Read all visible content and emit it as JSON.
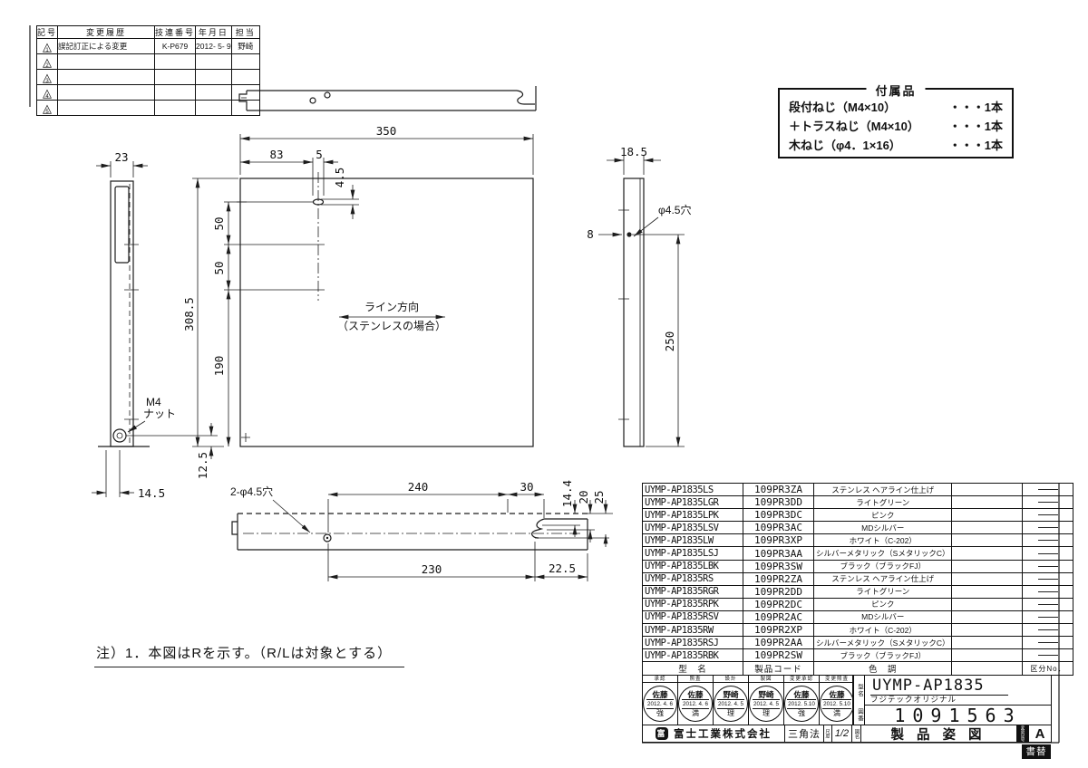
{
  "revision_table": {
    "headers": [
      "記号",
      "変更履歴",
      "技連番号",
      "年月日",
      "担当"
    ],
    "rows": [
      {
        "mark": "1",
        "desc": "誤記訂正による変更",
        "no": "K-P679",
        "date": "2012- 5- 9",
        "by": "野崎"
      },
      {
        "mark": "2",
        "desc": "",
        "no": "",
        "date": "",
        "by": ""
      },
      {
        "mark": "3",
        "desc": "",
        "no": "",
        "date": "",
        "by": ""
      },
      {
        "mark": "4",
        "desc": "",
        "no": "",
        "date": "",
        "by": ""
      },
      {
        "mark": "5",
        "desc": "",
        "no": "",
        "date": "",
        "by": ""
      }
    ]
  },
  "accessories": {
    "title": "付属品",
    "items": [
      {
        "name": "段付ねじ（M4×10）",
        "qty": "・・・1本"
      },
      {
        "name": "＋トラスねじ（M4×10）",
        "qty": "・・・1本"
      },
      {
        "name": "木ねじ（φ4．1×16）",
        "qty": "・・・1本"
      }
    ]
  },
  "drawing": {
    "dims": {
      "top_width": "350",
      "slot_offset": "83",
      "slot_width": "5",
      "slot_height": "4.5",
      "pitch1": "50",
      "pitch2": "50",
      "lower": "190",
      "height": "308.5",
      "left_view_width": "23",
      "nut_offset_v": "12.5",
      "nut_offset_h": "14.5",
      "right_view_width": "18.5",
      "hole_offset": "8",
      "hole_label": "φ4.5穴",
      "hole_height": "250",
      "bottom_240": "240",
      "bottom_30": "30",
      "bottom_144": "14.4",
      "bottom_20": "20",
      "bottom_25": "25",
      "bottom_230": "230",
      "bottom_225": "22.5",
      "bottom_holes": "2-φ4.5穴"
    },
    "labels": {
      "line_direction": "ライン方向",
      "line_direction_case": "（ステンレスの場合）",
      "nut_line1": "M4",
      "nut_line2": "ナット"
    }
  },
  "note": "注）1．本図はRを示す。（R/Lは対象とする）",
  "parts_table": {
    "rows": [
      {
        "model": "UYMP-AP1835LS",
        "code": "109PR3ZA",
        "color": "ステンレス ヘアライン仕上げ"
      },
      {
        "model": "UYMP-AP1835LGR",
        "code": "109PR3DD",
        "color": "ライトグリーン"
      },
      {
        "model": "UYMP-AP1835LPK",
        "code": "109PR3DC",
        "color": "ピンク"
      },
      {
        "model": "UYMP-AP1835LSV",
        "code": "109PR3AC",
        "color": "MDシルバー"
      },
      {
        "model": "UYMP-AP1835LW",
        "code": "109PR3XP",
        "color": "ホワイト（C-202）"
      },
      {
        "model": "UYMP-AP1835LSJ",
        "code": "109PR3AA",
        "color": "シルバーメタリック（SメタリックC）"
      },
      {
        "model": "UYMP-AP1835LBK",
        "code": "109PR3SW",
        "color": "ブラック（ブラックFJ）"
      },
      {
        "model": "UYMP-AP1835RS",
        "code": "109PR2ZA",
        "color": "ステンレス ヘアライン仕上げ"
      },
      {
        "model": "UYMP-AP1835RGR",
        "code": "109PR2DD",
        "color": "ライトグリーン"
      },
      {
        "model": "UYMP-AP1835RPK",
        "code": "109PR2DC",
        "color": "ピンク"
      },
      {
        "model": "UYMP-AP1835RSV",
        "code": "109PR2AC",
        "color": "MDシルバー"
      },
      {
        "model": "UYMP-AP1835RW",
        "code": "109PR2XP",
        "color": "ホワイト（C-202）"
      },
      {
        "model": "UYMP-AP1835RSJ",
        "code": "109PR2AA",
        "color": "シルバーメタリック（SメタリックC）"
      },
      {
        "model": "UYMP-AP1835RBK",
        "code": "109PR2SW",
        "color": "ブラック（ブラックFJ）"
      }
    ],
    "footer": {
      "model": "型　名",
      "code": "製品コード",
      "color": "色　調",
      "kubun": "区分No．"
    }
  },
  "title_block": {
    "stamps": [
      {
        "label": "承認",
        "name": "佐藤",
        "date": "2012. 4. 6",
        "sub": "強"
      },
      {
        "label": "照査",
        "name": "佐藤",
        "date": "2012. 4. 6",
        "sub": "満"
      },
      {
        "label": "設計",
        "name": "野崎",
        "date": "2012. 4. 5",
        "sub": "理"
      },
      {
        "label": "製図",
        "name": "野崎",
        "date": "2012. 4. 5",
        "sub": "理"
      },
      {
        "label": "変更承認",
        "name": "佐藤",
        "date": "2012. 5.10",
        "sub": "強"
      },
      {
        "label": "変更照査",
        "name": "佐藤",
        "date": "2012. 5.10",
        "sub": "満"
      }
    ],
    "model_label": "型名",
    "model": "UYMP-AP1835",
    "brand": "フジテックオリジナル",
    "drawing_no_label": "図番",
    "drawing_no": "1091563",
    "company": "富士工業株式会社",
    "company_logo_glyph": "富",
    "projection": "三角法",
    "scale_label": "尺度",
    "scale": "1/2",
    "title_label": "図名",
    "title": "製品姿図",
    "rev_label": "変更記号",
    "rev": "A",
    "rewrite": "書替"
  }
}
